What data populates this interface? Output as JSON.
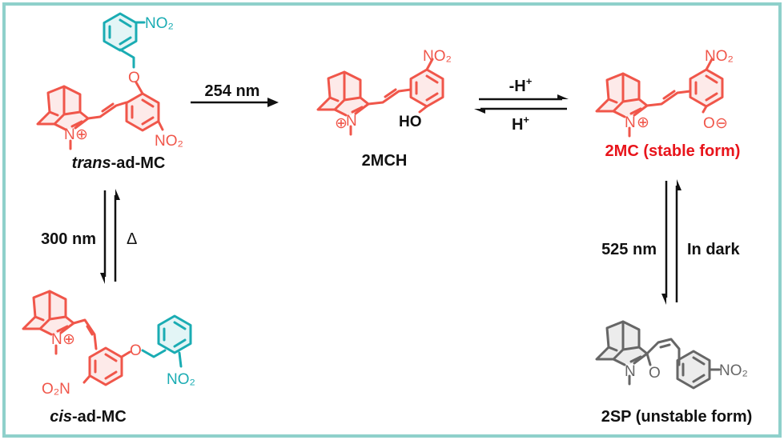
{
  "compounds": {
    "trans": {
      "italic": "trans",
      "rest": "-ad-MC"
    },
    "cis": {
      "italic": "cis",
      "rest": "-ad-MC"
    },
    "mch": "2MCH",
    "mc": "2MC (stable form)",
    "sp": "2SP (unstable form)"
  },
  "arrows": {
    "uv254": "254 nm",
    "deprotonation": "-H",
    "protonation": "H",
    "plus": "+",
    "uv300": "300 nm",
    "thermal": "Δ",
    "vis525": "525 nm",
    "dark": "In dark"
  },
  "atoms": {
    "nitro": "NO₂",
    "nitro_left": "O₂N",
    "oxygen": "O",
    "nitrogen": "N",
    "hydroxyl": "HO",
    "positive": "⊕",
    "negative": "⊖"
  },
  "colors": {
    "merocyanine": "#f0564a",
    "protecting_group": "#1aacb3",
    "spiropyran": "#666666",
    "border": "#8fd0cb",
    "highlight_label": "#e8141b"
  }
}
